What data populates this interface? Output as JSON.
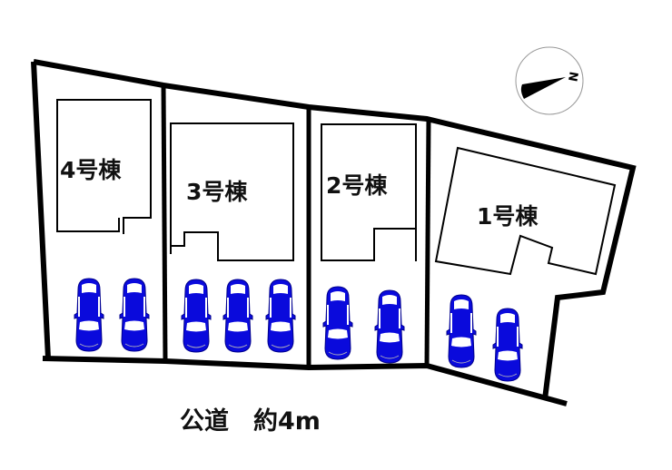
{
  "compass": {
    "label": "N",
    "icon": "north-arrow-icon"
  },
  "lots": [
    {
      "id": "lot-4",
      "label": "4号棟",
      "parking_spaces": 2
    },
    {
      "id": "lot-3",
      "label": "3号棟",
      "parking_spaces": 3
    },
    {
      "id": "lot-2",
      "label": "2号棟",
      "parking_spaces": 2
    },
    {
      "id": "lot-1",
      "label": "1号棟",
      "parking_spaces": 2
    }
  ],
  "road": {
    "label": "公道　約4m"
  },
  "colors": {
    "car": "#0a0adc",
    "line": "#000000",
    "background": "#ffffff"
  }
}
